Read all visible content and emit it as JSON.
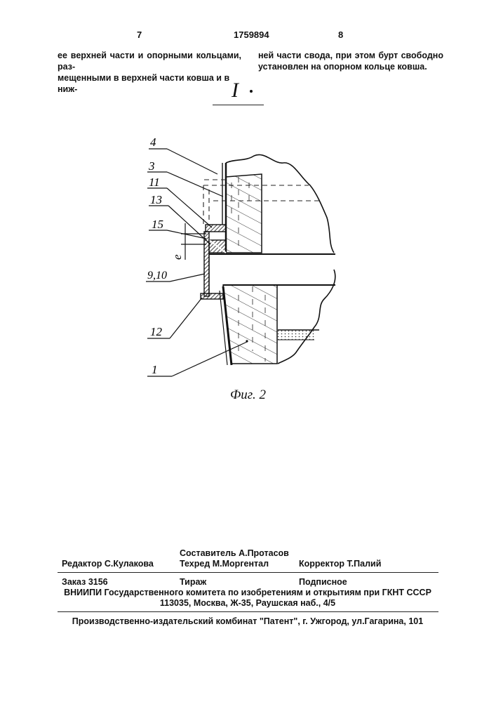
{
  "header": {
    "page_left": "7",
    "patent_number": "1759894",
    "page_right": "8"
  },
  "text": {
    "left_col": [
      "ее верхней части и опорными кольцами, раз-",
      "мещенными в верхней части ковша и в ниж-"
    ],
    "right_col": [
      "ней части свода, при этом бурт свободно",
      "установлен на опорном кольце ковша."
    ]
  },
  "figure": {
    "detail_label": "I",
    "labels": [
      "4",
      "3",
      "11",
      "13",
      "15",
      "e",
      "9,10",
      "12",
      "1"
    ],
    "caption": "Фиг. 2"
  },
  "footer": {
    "composer": "Составитель А.Протасов",
    "editor": "Редактор  С.Кулакова",
    "techred": "Техред М.Моргентал",
    "corrector": "Корректор  Т.Палий",
    "order": "Заказ 3156",
    "circulation": "Тираж",
    "subscription": "Подписное",
    "institute": "ВНИИПИ Государственного комитета по изобретениям и открытиям при ГКНТ СССР",
    "address": "113035, Москва, Ж-35, Раушская наб., 4/5",
    "publisher": "Производственно-издательский комбинат \"Патент\", г. Ужгород, ул.Гагарина, 101"
  }
}
